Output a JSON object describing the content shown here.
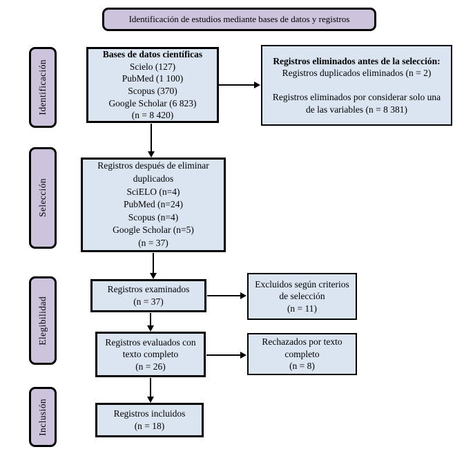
{
  "colors": {
    "box_blue": "#dbe5f1",
    "stage_lavender": "#cdc3dd",
    "border": "#000000"
  },
  "header": {
    "title": "Identificación de estudios mediante bases de datos y registros"
  },
  "sidebar": {
    "stages": [
      {
        "label": "Identificación"
      },
      {
        "label": "Selección"
      },
      {
        "label": "Elegibilidad"
      },
      {
        "label": "Inclusión"
      }
    ]
  },
  "flow": {
    "databases": {
      "title": "Bases de datos científicas",
      "lines": [
        "Scielo (127)",
        "PubMed (1 100)",
        "Scopus (370)",
        "Google Scholar (6 823)",
        "(n = 8 420)"
      ]
    },
    "removed_before_selection": {
      "title": "Registros eliminados antes de la selección:",
      "line1": "Registros duplicados eliminados (n = 2)",
      "line2": "Registros eliminados por considerar solo una de las variables (n = 8 381)"
    },
    "after_duplicates": {
      "title": "Registros después de eliminar duplicados",
      "lines": [
        "SciELO (n=4)",
        "PubMed (n=24)",
        "Scopus (n=4)",
        "Google Scholar (n=5)",
        "(n = 37)"
      ]
    },
    "screened": {
      "line1": "Registros examinados",
      "line2": "(n = 37)"
    },
    "excluded_selection": {
      "line1": "Excluidos según criterios de selección",
      "line2": "(n = 11)"
    },
    "fulltext_assessed": {
      "line1": "Registros evaluados con texto completo",
      "line2": "(n = 26)"
    },
    "fulltext_rejected": {
      "line1": "Rechazados por texto completo",
      "line2": "(n = 8)"
    },
    "included": {
      "line1": "Registros incluidos",
      "line2": "(n = 18)"
    }
  }
}
